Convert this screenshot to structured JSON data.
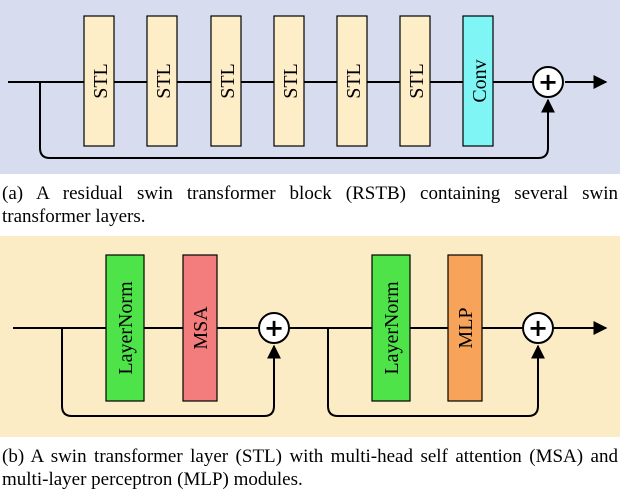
{
  "panel_a": {
    "blocks": [
      "STL",
      "STL",
      "STL",
      "STL",
      "STL",
      "STL",
      "Conv"
    ],
    "plus_symbol": "+",
    "caption": "(a) A residual swin transformer block (RSTB) containing several swin transformer layers."
  },
  "panel_b": {
    "blocks": [
      "LayerNorm",
      "MSA",
      "LayerNorm",
      "MLP"
    ],
    "plus_symbol": "+",
    "caption": "(b) A swin transformer layer (STL) with multi-head self attention (MSA) and multi-layer perceptron (MLP) modules."
  },
  "colors": {
    "panel_a_bg": "#d7ddef",
    "panel_b_bg": "#fcecc6",
    "stl_fill": "#fdeec8",
    "conv_fill": "#7ff5f5",
    "layernorm_fill": "#4fe34a",
    "msa_fill": "#f37d7c",
    "mlp_fill": "#f7a45a"
  }
}
